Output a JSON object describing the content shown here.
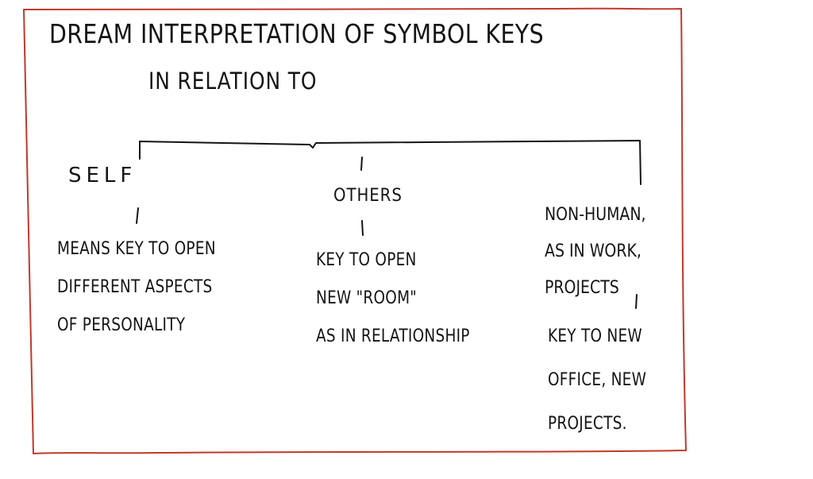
{
  "diagram": {
    "title": "DREAM INTERPRETATION OF SYMBOL KEYS",
    "subtitle": "IN RELATION TO",
    "branches": [
      {
        "label": "SELF",
        "description": [
          "MEANS KEY TO OPEN",
          "DIFFERENT ASPECTS",
          "OF PERSONALITY"
        ]
      },
      {
        "label": "OTHERS",
        "description": [
          "KEY TO OPEN",
          "NEW \"ROOM\"",
          "AS IN RELATIONSHIP"
        ]
      },
      {
        "label": "NON-HUMAN, AS IN WORK, PROJECTS",
        "label_lines": [
          "NON-HUMAN,",
          "AS IN WORK,",
          "PROJECTS"
        ],
        "description": [
          "KEY TO NEW",
          "OFFICE, NEW",
          "PROJECTS."
        ]
      }
    ]
  },
  "colors": {
    "frame": "#c0392b",
    "ink": "#141414",
    "background": "#ffffff"
  }
}
